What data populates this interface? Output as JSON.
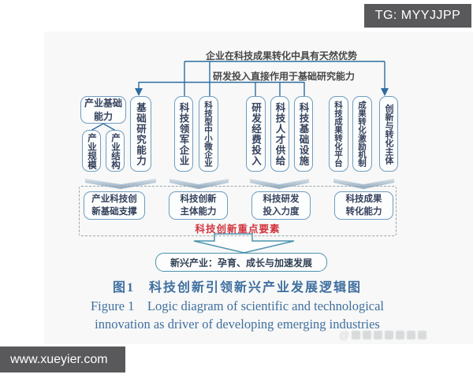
{
  "overlays": {
    "tg_label": "TG: MYYJJPP",
    "site_url": "www.xueyier.com",
    "watermark_glyph": "@"
  },
  "diagram": {
    "annotation_top": "企业在科技成果转化中具有天然优势",
    "annotation_mid": "研发投入直接作用于基础研究能力",
    "industry_base": {
      "title_line1": "产业基础",
      "title_line2": "能力",
      "children": [
        "产业规模",
        "产业结构"
      ]
    },
    "factor_boxes": [
      "基础研究能力",
      "科技领军企业",
      "科技型中小微企业",
      "研发经费投入",
      "科技人才供给",
      "科技基础设施",
      "科技成果转化平台",
      "成果转化激励机制",
      "创新与转化主体"
    ],
    "summary_boxes": [
      {
        "line1": "产业科技创",
        "line2": "新基础支撑"
      },
      {
        "line1": "科技创新",
        "line2": "主体能力"
      },
      {
        "line1": "科技研发",
        "line2": "投入力度"
      },
      {
        "line1": "科技成果",
        "line2": "转化能力"
      }
    ],
    "red_label": "科技创新重点要素",
    "outcome_box": "新兴产业：孕育、成长与加速发展",
    "caption_zh": "图1　科技创新引领新兴产业发展逻辑图",
    "caption_en_line1": "Figure 1    Logic diagram of scientific and technological",
    "caption_en_line2": "innovation as driver of developing emerging industries",
    "colors": {
      "line_blue": "#2c6da3",
      "box_border_blue": "#6f9dc0",
      "caption_blue": "#3f6fa0",
      "red_label_red": "#d2343f",
      "overlay_gray": "#59595b"
    }
  }
}
